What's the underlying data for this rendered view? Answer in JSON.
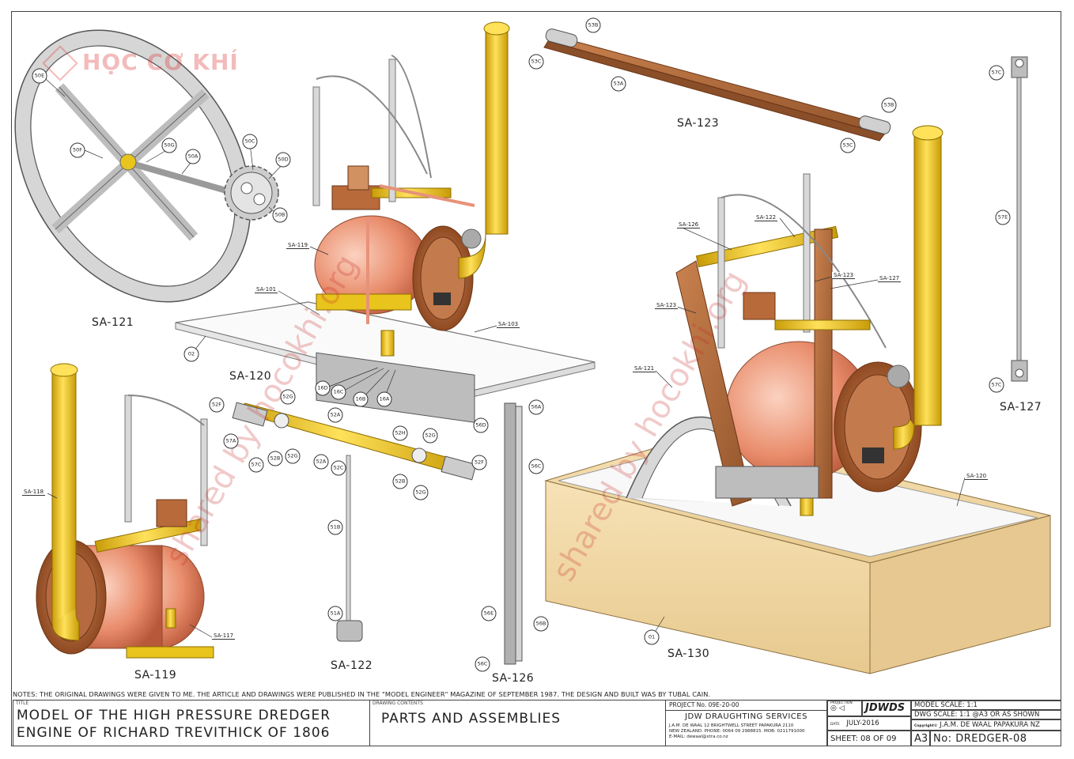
{
  "logo": {
    "text": "HỌC CƠ KHÍ"
  },
  "watermarks": [
    "shared by hocokhi.org",
    "shared by hocokhi.org"
  ],
  "assemblies": {
    "sa121": "SA-121",
    "sa120": "SA-120",
    "sa123": "SA-123",
    "sa127": "SA-127",
    "sa119": "SA-119",
    "sa122": "SA-122",
    "sa126": "SA-126",
    "sa130": "SA-130"
  },
  "callouts": {
    "c50E": "50E",
    "c50F": "50F",
    "c50G": "50G",
    "c50A": "50A",
    "c50C": "50C",
    "c50D": "50D",
    "c50B": "50B",
    "c02": "02",
    "c16D": "16D",
    "c16C": "16C",
    "c16B": "16B",
    "c16A": "16A",
    "c53B1": "53B",
    "c53C1": "53C",
    "c53A": "53A",
    "c53B2": "53B",
    "c53C2": "53C",
    "c57C1": "57C",
    "c57E": "57E",
    "c57C2": "57C",
    "c52F1": "52F",
    "c52G1": "52G",
    "c52A1": "52A",
    "c57A": "57A",
    "c57C3": "57C",
    "c52B1": "52B",
    "c52G2": "52G",
    "c52A2": "52A",
    "c52C": "52C",
    "c52H": "52H",
    "c52G3": "52G",
    "c52F2": "52F",
    "c52B2": "52B",
    "c52G4": "52G",
    "c51B": "51B",
    "c51A": "51A",
    "c56A": "56A",
    "c56D": "56D",
    "c56C1": "56C",
    "c56E": "56E",
    "c56B": "56B",
    "c56C2": "56C",
    "c01": "01"
  },
  "tags": {
    "t119a": "SA-119",
    "t101": "SA-101",
    "t103": "SA-103",
    "t118": "SA-118",
    "t117": "SA-117",
    "t126": "SA-126",
    "t122": "SA-122",
    "t123a": "SA-123",
    "t127": "SA-127",
    "t123b": "SA-123",
    "t121": "SA-121",
    "t120": "SA-120"
  },
  "notes": "NOTES: THE ORIGINAL DRAWINGS WERE GIVEN TO ME. THE ARTICLE AND DRAWINGS WERE PUBLISHED IN THE \"MODEL ENGINEER\" MAGAZINE OF SEPTEMBER 1987. THE DESIGN AND BUILT WAS BY TUBAL CAIN.",
  "title_block": {
    "title_caption": "TITLE",
    "title_line1": "MODEL OF THE HIGH PRESSURE DREDGER",
    "title_line2": "ENGINE OF RICHARD TREVITHICK OF 1806",
    "contents_caption": "DRAWING CONTENTS",
    "contents": "PARTS AND ASSEMBLIES",
    "project_no": "PROJECT No. 09E-20-00",
    "company": "JDW DRAUGHTING SERVICES",
    "address1": "J.A.M. DE WAAL 12 BRIGHTWELL STREET PAPAKURA 2110",
    "address2": "NEW ZEALAND. PHONE: 0064 09 2988815. MOB: 0211791000",
    "email": "E-MAIL: dewaal@xtra.co.nz",
    "projection": "PROJECTION",
    "brand": "JDWDS",
    "date_caption": "DATE",
    "date": "JULY-2016",
    "sheet": "SHEET: 08 OF 09",
    "size": "A3",
    "model_scale": "MODEL SCALE: 1:1",
    "dwg_scale": "DWG SCALE: 1:1 @A3 OR AS SHOWN",
    "copyright_caption": "Copyright©",
    "copyright": "J.A.M. DE WAAL PAPAKURA NZ",
    "drawing_no": "No: DREDGER-08"
  },
  "colors": {
    "brass": "#e8c41c",
    "copper": "#e98d6c",
    "wood": "#b0683a",
    "pine": "#f1d9a8",
    "steel": "#c8c8c8",
    "watermark": "#c82828"
  }
}
